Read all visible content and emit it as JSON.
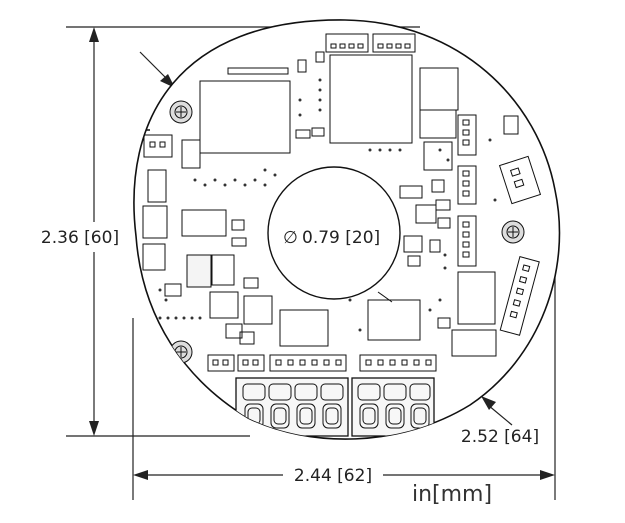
{
  "diagram": {
    "height_dimension": "2.36 [60]",
    "hole_dimension": "0.79 [20]",
    "diagonal_dimension": "2.52 [64]",
    "width_dimension": "2.44 [62]",
    "units": "in[mm]",
    "diameter_symbol": "∅"
  }
}
